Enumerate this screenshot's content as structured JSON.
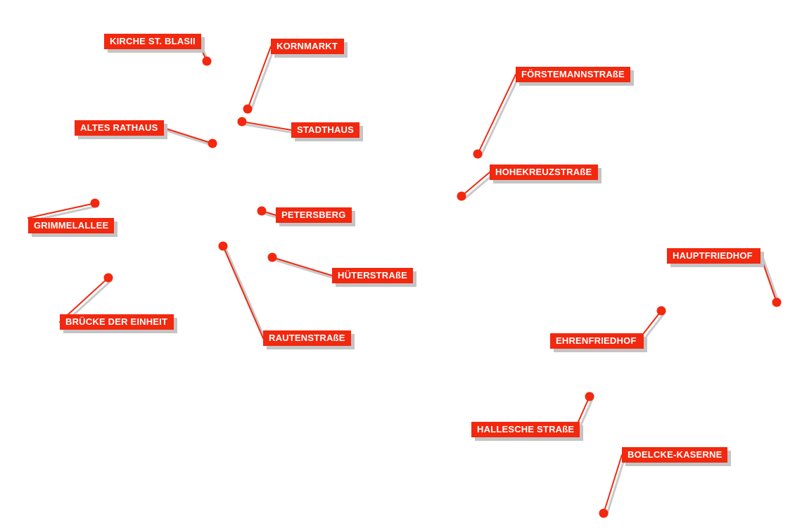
{
  "map": {
    "accent_color": "#f2280f",
    "shadow_color": "#c4c4c4",
    "label_text_color": "#ffffff",
    "background_color": "#ffffff",
    "markers": [
      {
        "id": "kirche-st-blasii",
        "name": "KIRCHE ST. BLASII"
      },
      {
        "id": "kornmarkt",
        "name": "KORNMARKT"
      },
      {
        "id": "altes-rathaus",
        "name": "ALTES RATHAUS"
      },
      {
        "id": "stadthaus",
        "name": "STADTHAUS"
      },
      {
        "id": "foerstemannstrasse",
        "name": "FÖRSTEMANNSTRAßE"
      },
      {
        "id": "hohekreuzstrasse",
        "name": "HOHEKREUZSTRAßE"
      },
      {
        "id": "grimmelallee",
        "name": "GRIMMELALLEE"
      },
      {
        "id": "petersberg",
        "name": "PETERSBERG"
      },
      {
        "id": "hauptfriedhof",
        "name": "HAUPTFRIEDHOF"
      },
      {
        "id": "hueterstrasse",
        "name": "HÜTERSTRAßE"
      },
      {
        "id": "bruecke-der-einheit",
        "name": "BRÜCKE DER EINHEIT"
      },
      {
        "id": "ehrenfriedhof",
        "name": "EHRENFRIEDHOF"
      },
      {
        "id": "rautenstrasse",
        "name": "RAUTENSTRAßE"
      },
      {
        "id": "hallesche-strasse",
        "name": "HALLESCHE STRAßE"
      },
      {
        "id": "boelcke-kaserne",
        "name": "BOELCKE-KASERNE"
      }
    ]
  }
}
